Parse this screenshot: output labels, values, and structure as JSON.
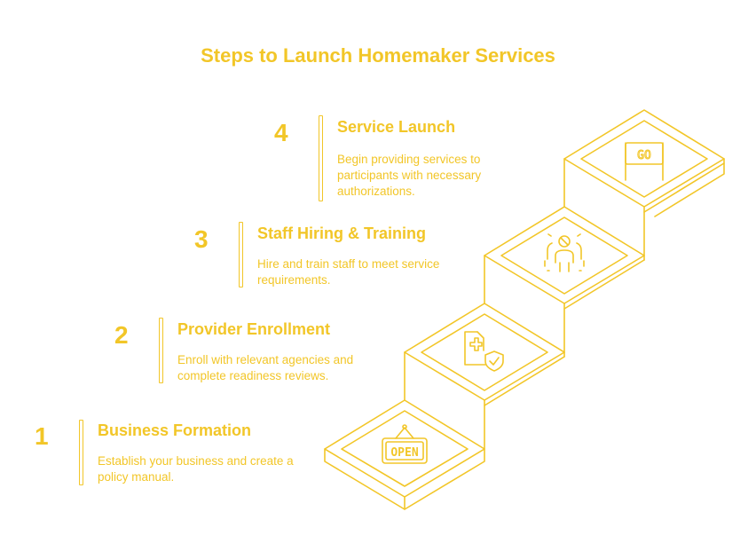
{
  "title": "Steps to Launch Homemaker Services",
  "colors": {
    "accent": "#f2c628",
    "background": "#ffffff"
  },
  "steps": [
    {
      "number": "1",
      "heading": "Business Formation",
      "description": "Establish your business and create a policy manual.",
      "icon": "open-sign-icon",
      "icon_text": "OPEN"
    },
    {
      "number": "2",
      "heading": "Provider Enrollment",
      "description": "Enroll with relevant agencies and complete readiness reviews.",
      "icon": "medical-document-shield-icon"
    },
    {
      "number": "3",
      "heading": "Staff Hiring & Training",
      "description": "Hire and train staff to meet service requirements.",
      "icon": "staff-person-icon"
    },
    {
      "number": "4",
      "heading": "Service Launch",
      "description": "Begin providing services to participants with necessary authorizations.",
      "icon": "go-flag-icon",
      "icon_text": "GO"
    }
  ]
}
